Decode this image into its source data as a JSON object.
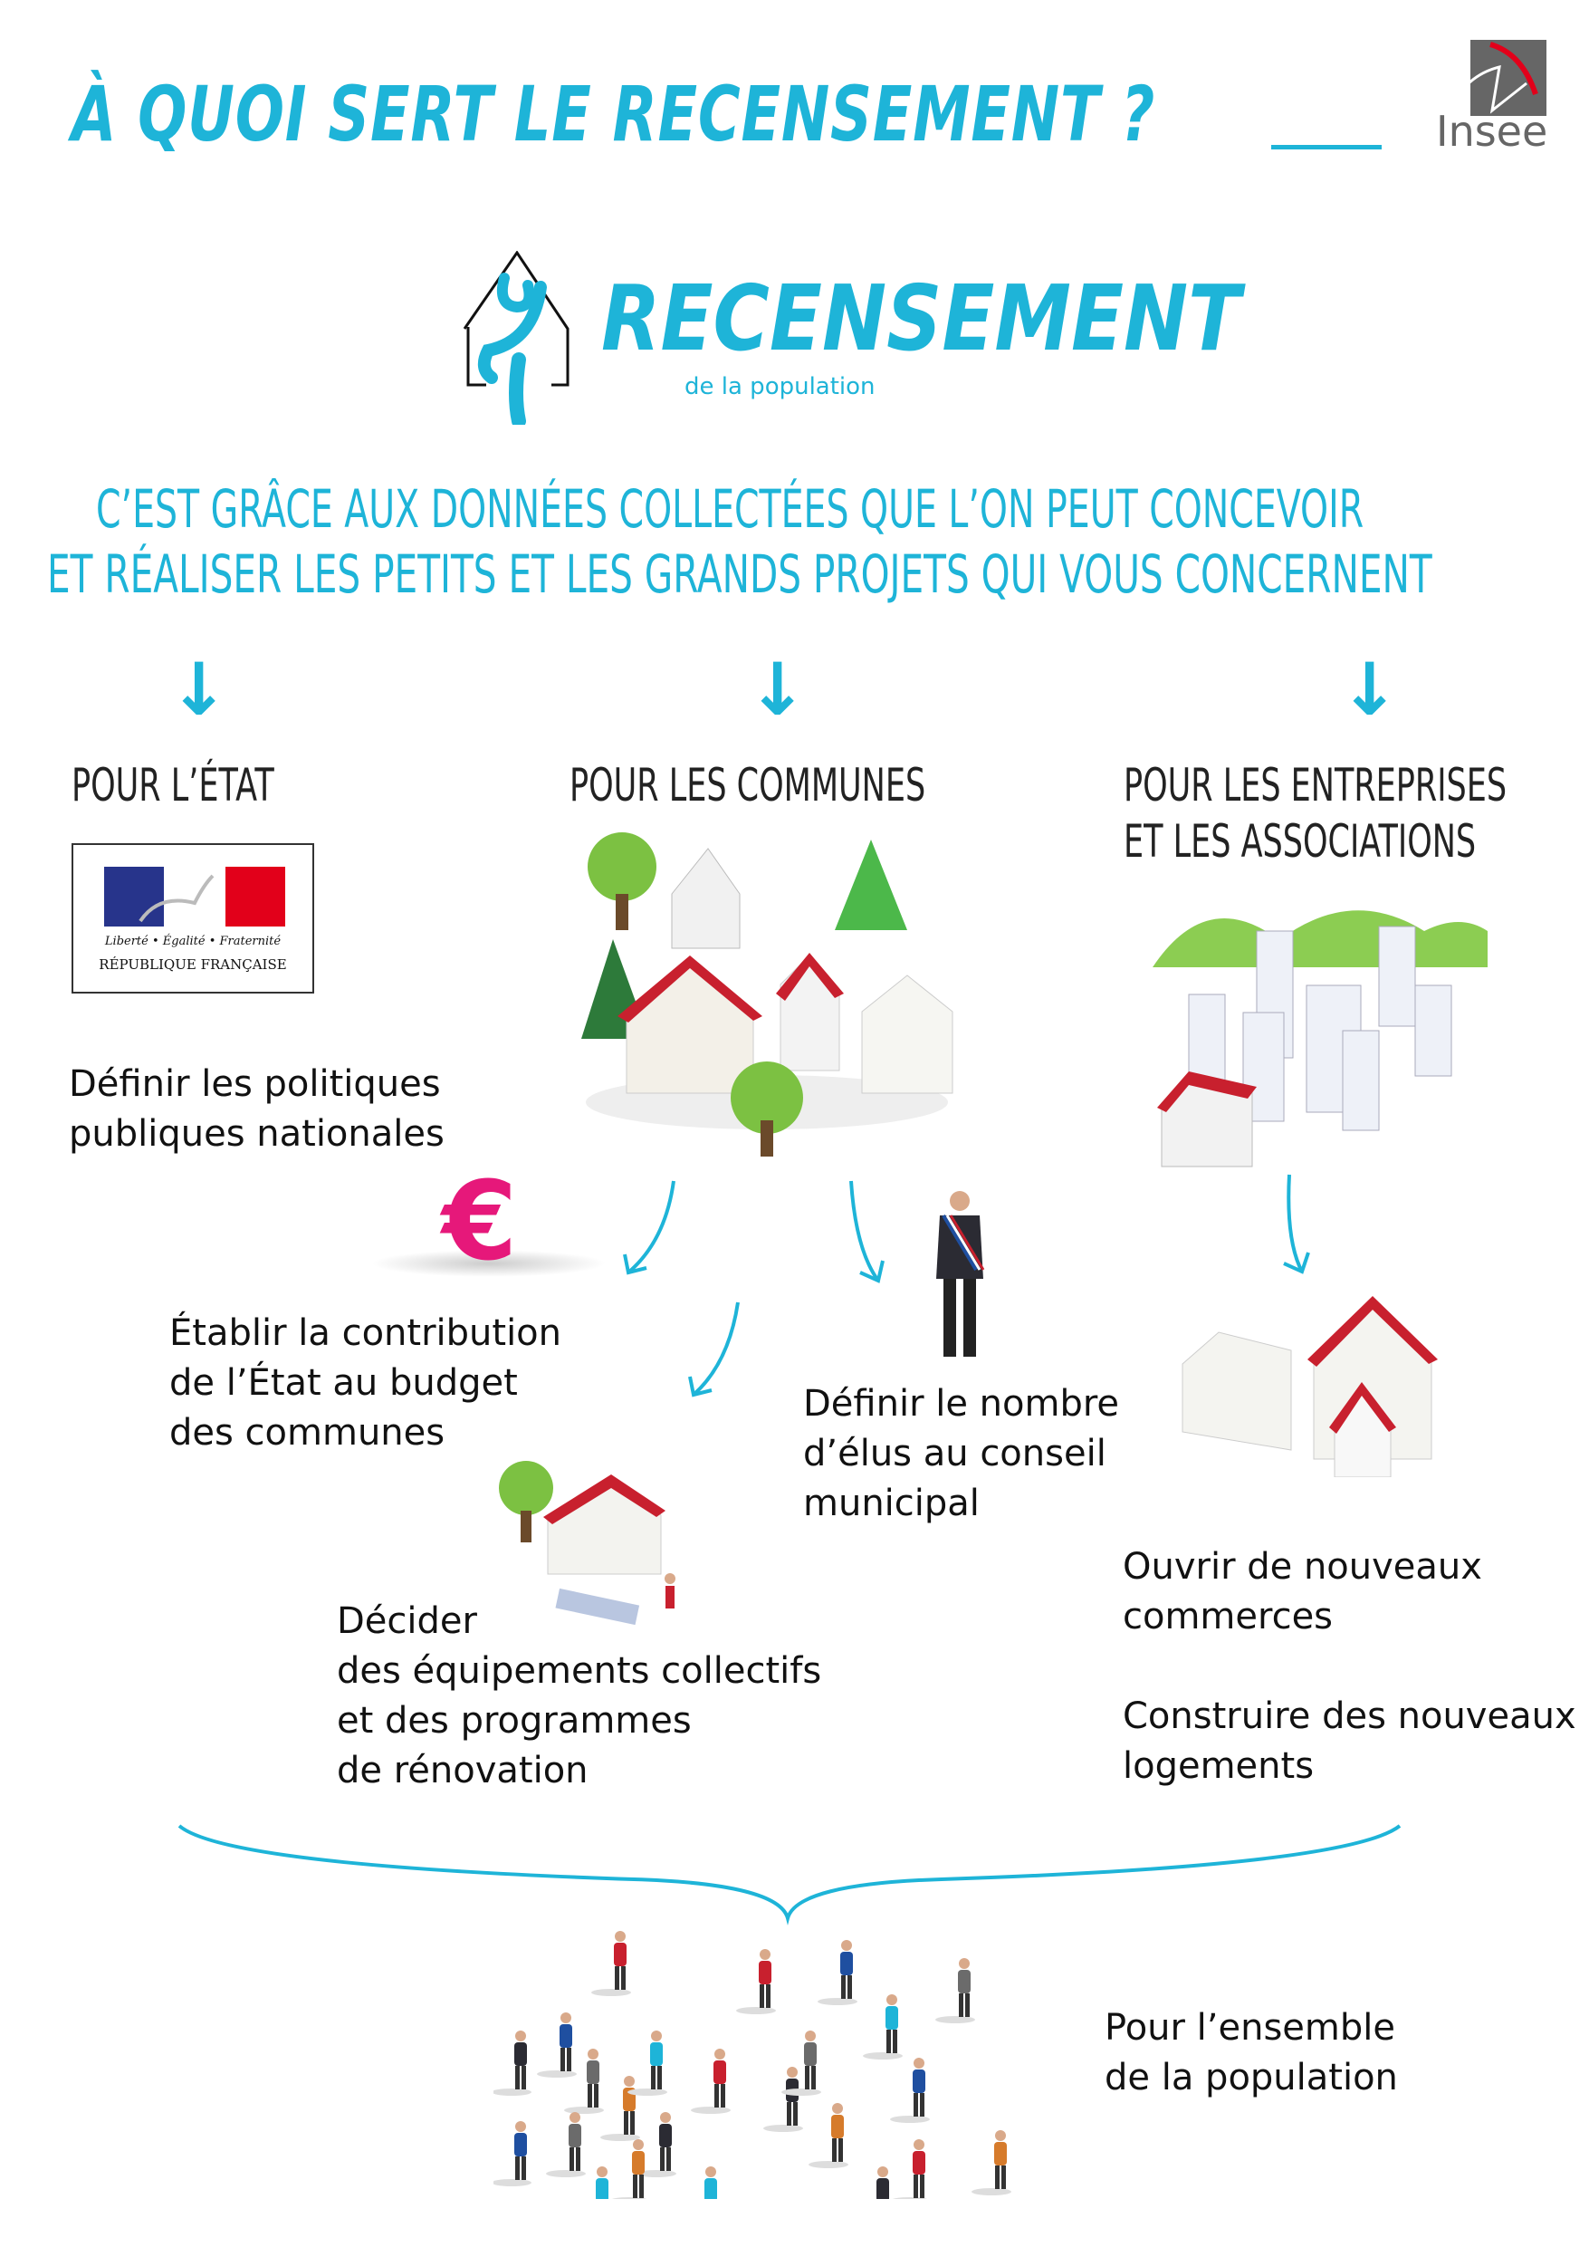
{
  "header": {
    "title": "À QUOI SERT LE RECENSEMENT ?",
    "insee_logo": "Insee"
  },
  "logo": {
    "name": "RECENSEMENT",
    "tagline": "de la population"
  },
  "intro": {
    "line1": "C’EST GRÂCE AUX DONNÉES COLLECTÉES QUE L’ON PEUT CONCEVOIR",
    "line2": "ET RÉALISER LES PETITS ET LES GRANDS PROJETS QUI VOUS CONCERNENT"
  },
  "columns": {
    "etat": {
      "heading": "POUR L’ÉTAT",
      "logo_motto": "Liberté • Égalité • Fraternité",
      "logo_name": "RÉPUBLIQUE FRANÇAISE",
      "text1": "Définir les politiques",
      "text2": "publiques nationales"
    },
    "communes": {
      "heading": "POUR LES COMMUNES"
    },
    "entreprises": {
      "heading1": "POUR LES ENTREPRISES",
      "heading2": "ET LES ASSOCIATIONS"
    }
  },
  "items": {
    "contribution": [
      "Établir la contribution",
      "de l’État au budget",
      "des communes"
    ],
    "elus": [
      "Définir le nombre",
      "d’élus au conseil",
      "municipal"
    ],
    "equipements": [
      "Décider",
      "des équipements collectifs",
      "et des programmes",
      "de rénovation"
    ],
    "commerces": [
      "Ouvrir de nouveaux",
      "commerces"
    ],
    "logements": [
      "Construire des nouveaux",
      "logements"
    ],
    "population": [
      "Pour l’ensemble",
      "de la population"
    ]
  },
  "colors": {
    "accent": "#1eb4d8",
    "roof_red": "#c8202e",
    "tree_green": "#7cc142",
    "euro_pink": "#e6187a"
  },
  "icons": {
    "euro": "€"
  }
}
